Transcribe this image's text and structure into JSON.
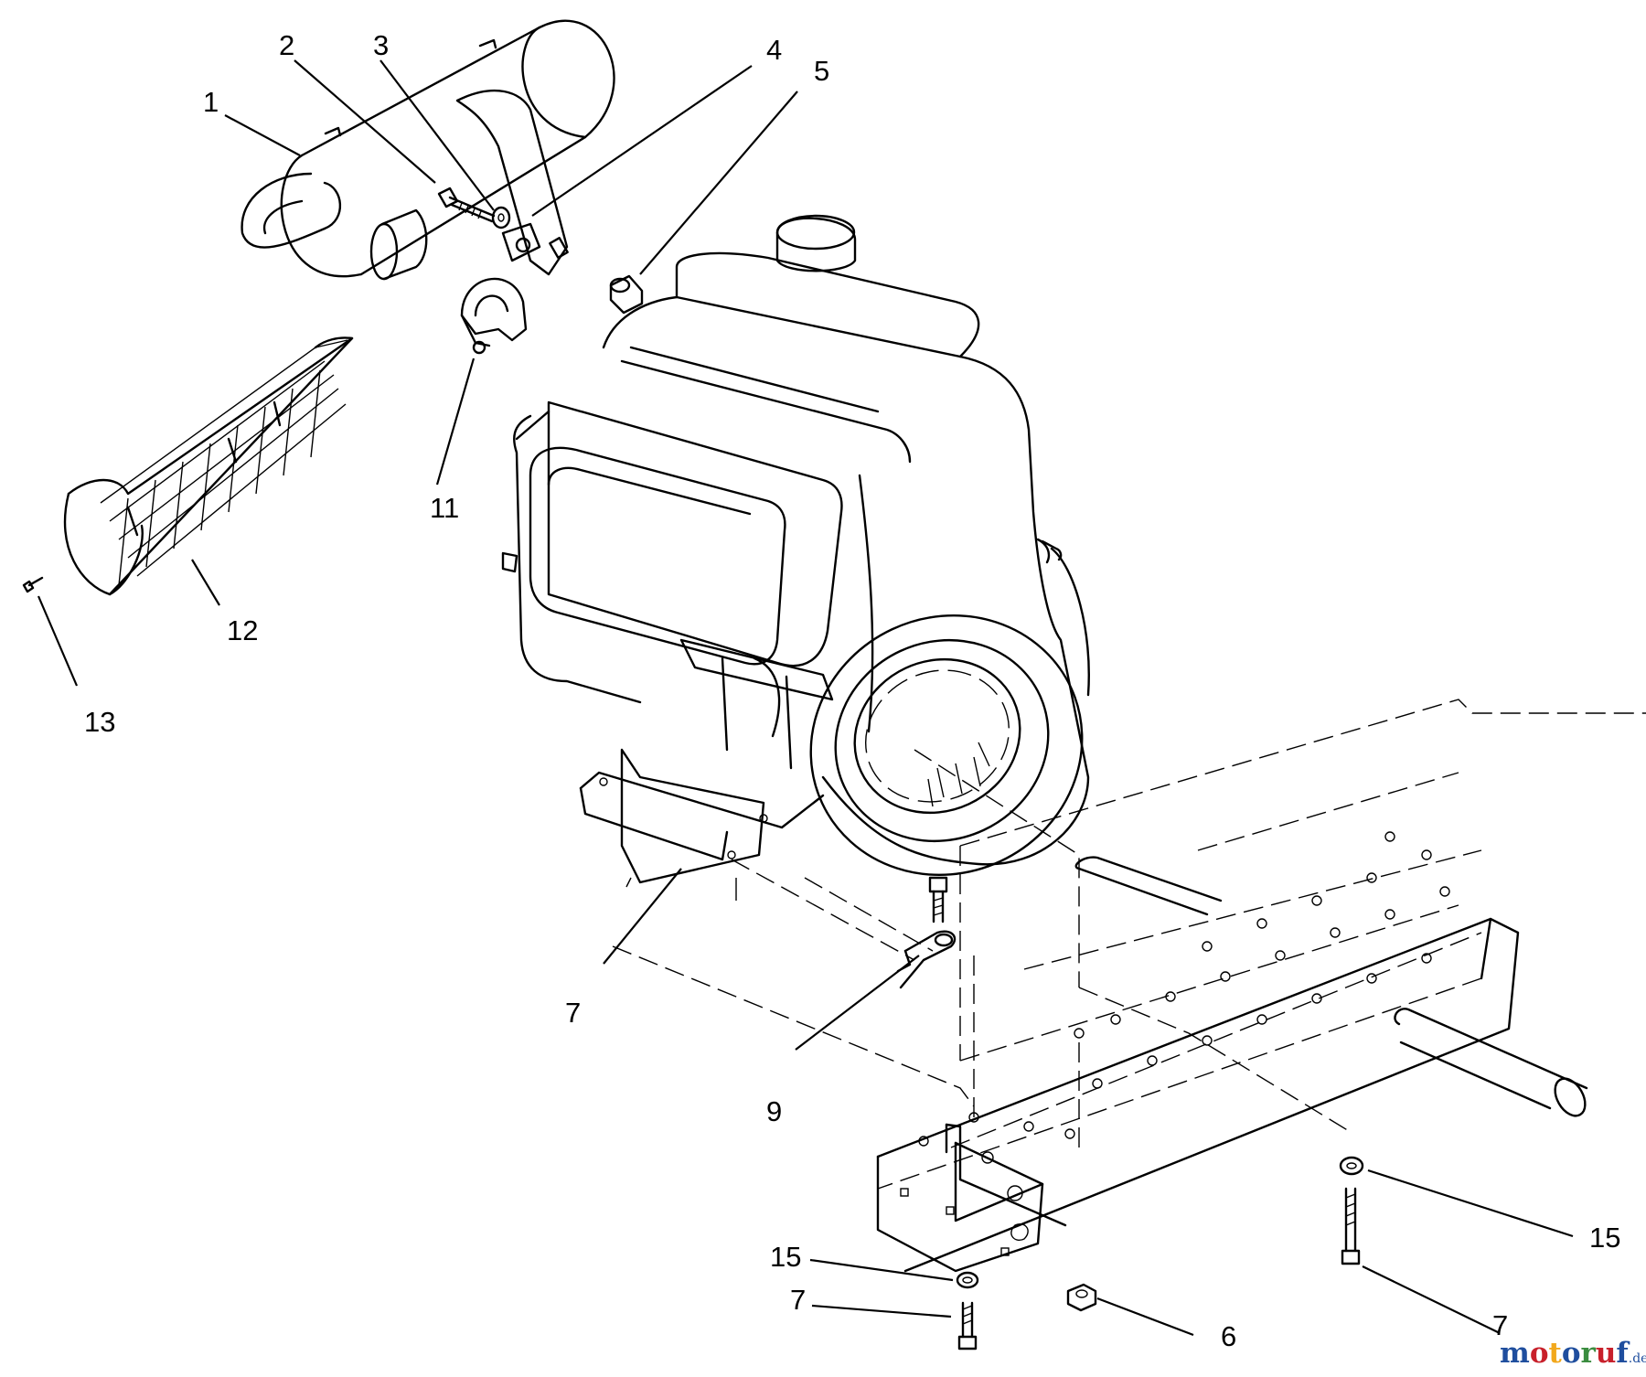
{
  "callouts": {
    "c1": "1",
    "c2": "2",
    "c3": "3",
    "c4": "4",
    "c5": "5",
    "c11": "11",
    "c12": "12",
    "c13": "13",
    "c7a": "7",
    "c9": "9",
    "c15a": "15",
    "c15b": "15",
    "c7b": "7",
    "c6": "6",
    "c7c": "7"
  },
  "watermark": {
    "text_m": "m",
    "text_o1": "o",
    "text_t": "t",
    "text_o2": "o",
    "text_r": "r",
    "text_u": "u",
    "text_f": "f",
    "suffix": ".de",
    "colors": [
      "#1f4e9e",
      "#c8202b",
      "#f2a81d",
      "#1f4e9e",
      "#3a8c3f",
      "#c8202b",
      "#1f4e9e"
    ]
  }
}
